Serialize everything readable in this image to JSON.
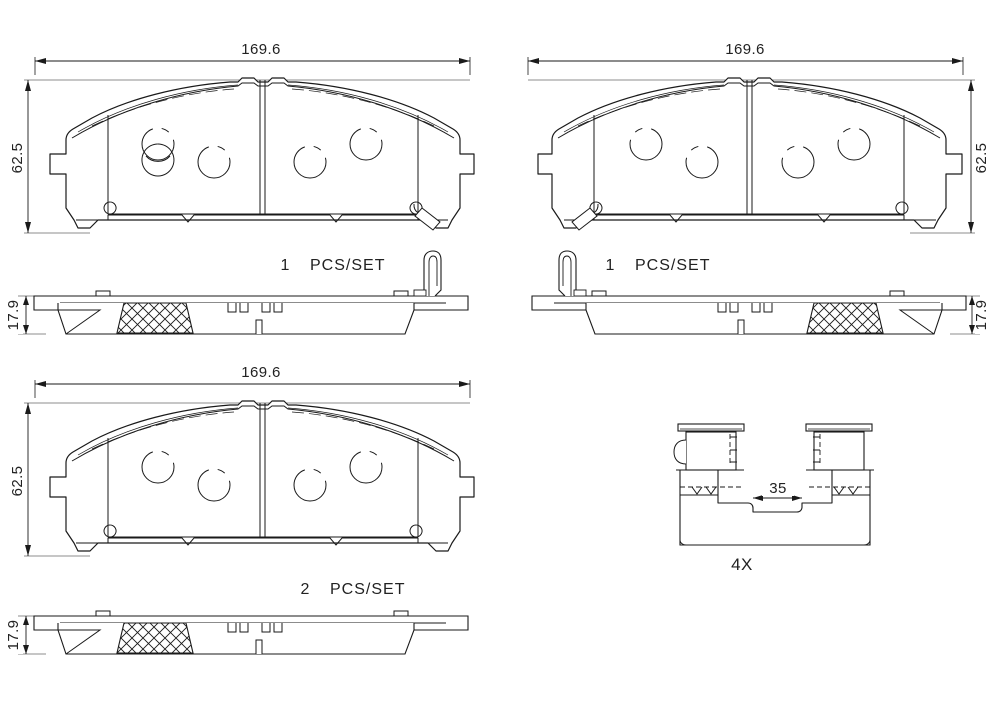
{
  "drawing": {
    "type": "brake-pad-set-technical-drawing",
    "background_color": "#ffffff",
    "line_color": "#1a1a1a",
    "units": "mm"
  },
  "views": [
    {
      "id": "pad-top-left",
      "position": "top-left",
      "face_view": {
        "width_dim": "169.6",
        "height_dim": "62.5"
      },
      "side_view": {
        "thickness_dim": "17.9"
      },
      "quantity": "1",
      "quantity_unit": "PCS/SET",
      "has_wear_sensor_clip": true,
      "wear_sensor_side": "right"
    },
    {
      "id": "pad-top-right",
      "position": "top-right",
      "face_view": {
        "width_dim": "169.6",
        "height_dim": "62.5"
      },
      "side_view": {
        "thickness_dim": "17.9"
      },
      "quantity": "1",
      "quantity_unit": "PCS/SET",
      "has_wear_sensor_clip": true,
      "wear_sensor_side": "left"
    },
    {
      "id": "pad-bottom-left",
      "position": "bottom-left",
      "face_view": {
        "width_dim": "169.6",
        "height_dim": "62.5"
      },
      "side_view": {
        "thickness_dim": "17.9"
      },
      "quantity": "2",
      "quantity_unit": "PCS/SET",
      "has_wear_sensor_clip": false,
      "wear_sensor_side": ""
    }
  ],
  "hardware": {
    "id": "shim-clip-detail",
    "position": "bottom-right",
    "width_dim": "35",
    "quantity_label": "4X"
  }
}
